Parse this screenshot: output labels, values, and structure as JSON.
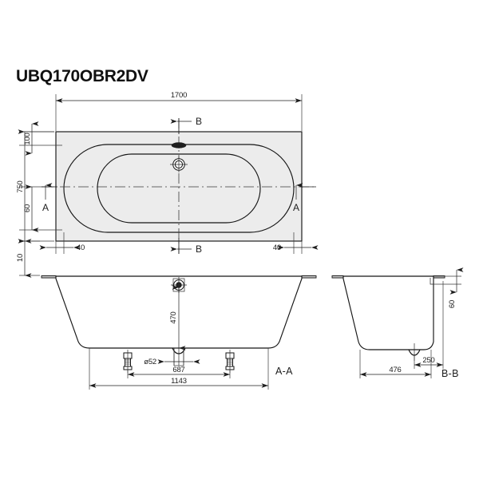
{
  "drawing": {
    "title": "UBQ170OBR2DV",
    "background_color": "#ffffff",
    "line_color": "#1d1d1d",
    "body_fill_color": "#ececec",
    "units": "mm"
  },
  "plan_view": {
    "name": "plan-view",
    "dimensions": {
      "overall_length": "1700",
      "overall_width": "750",
      "rim_top_offset": "100",
      "rim_bottom_offset": "60",
      "left_inset": "40",
      "right_inset": "40",
      "rim_thickness": "10"
    },
    "section_markers": [
      {
        "label": "A",
        "position": "left"
      },
      {
        "label": "A",
        "position": "right"
      },
      {
        "label": "B",
        "position": "top"
      },
      {
        "label": "B",
        "position": "bottom"
      }
    ],
    "features": [
      {
        "name": "overflow-outlet",
        "shape": "oval"
      },
      {
        "name": "waste-drain",
        "shape": "concentric-circle"
      }
    ]
  },
  "section_aa": {
    "name": "section-a-a",
    "label": "A-A",
    "dimensions": {
      "depth": "470",
      "drain_diameter": "ø52",
      "inner_foot_span": "687",
      "outer_foot_span": "1143"
    },
    "features": [
      {
        "name": "overflow-fitting",
        "shape": "circle"
      },
      {
        "name": "adjustable-foot",
        "shape": "leg"
      },
      {
        "name": "waste-outlet",
        "shape": "pipe"
      }
    ]
  },
  "section_bb": {
    "name": "section-b-b",
    "label": "B-B",
    "dimensions": {
      "rim_height": "60",
      "drain_offset": "250",
      "base_width": "476"
    }
  }
}
